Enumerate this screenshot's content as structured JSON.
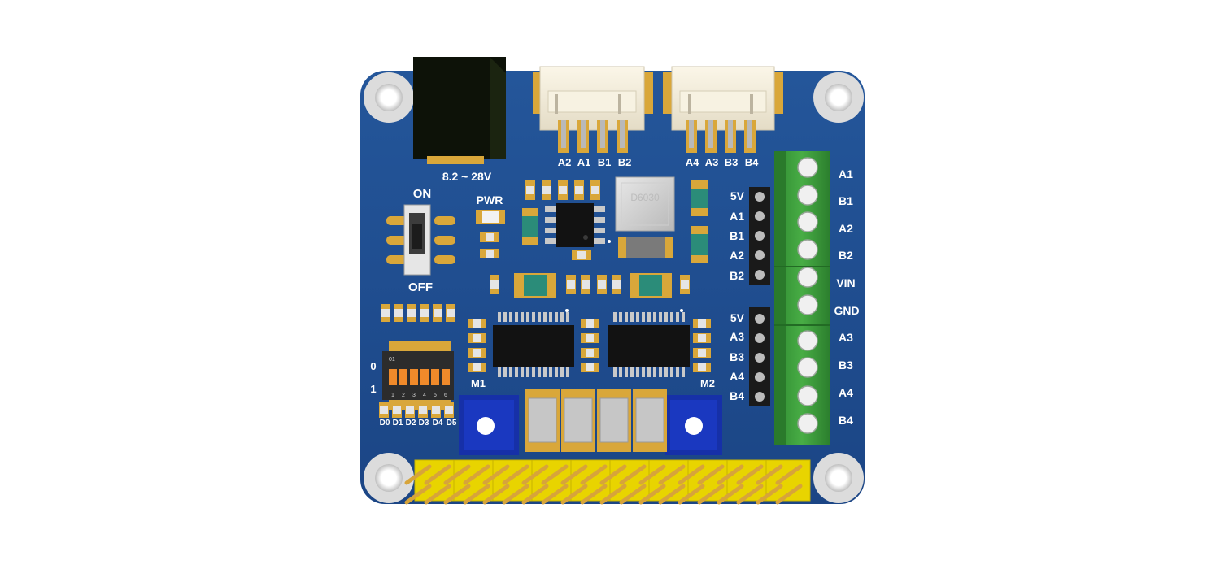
{
  "board": {
    "power": {
      "voltage_range": "8.2 ~ 28V",
      "pwr_led": "PWR"
    },
    "power_switch": {
      "on_label": "ON",
      "off_label": "OFF"
    },
    "inductor_marking": "D6030",
    "connector_left_labels": [
      "A2",
      "A1",
      "B1",
      "B2"
    ],
    "connector_right_labels": [
      "A4",
      "A3",
      "B3",
      "B4"
    ],
    "header_m1_labels": [
      "5V",
      "A1",
      "B1",
      "A2",
      "B2"
    ],
    "header_m2_labels": [
      "5V",
      "A3",
      "B3",
      "A4",
      "B4"
    ],
    "terminal_labels": [
      "A1",
      "B1",
      "A2",
      "B2",
      "VIN",
      "GND",
      "A3",
      "B3",
      "A4",
      "B4"
    ],
    "motor_labels": {
      "m1": "M1",
      "m2": "M2"
    },
    "dip_switch": {
      "state_zero": "0",
      "state_one": "1",
      "small_marking": "01",
      "numbers": [
        "1",
        "2",
        "3",
        "4",
        "5",
        "6"
      ],
      "address_labels": [
        "D0",
        "D1",
        "D2",
        "D3",
        "D4",
        "D5"
      ]
    }
  },
  "colors": {
    "pcb": "#1d4b8c",
    "silkscreen": "#ffffff",
    "terminal": "#3a9c3a",
    "pin_header_base": "#f2ee00",
    "pads": "#d9a73a",
    "potentiometer": "#1630a8"
  }
}
